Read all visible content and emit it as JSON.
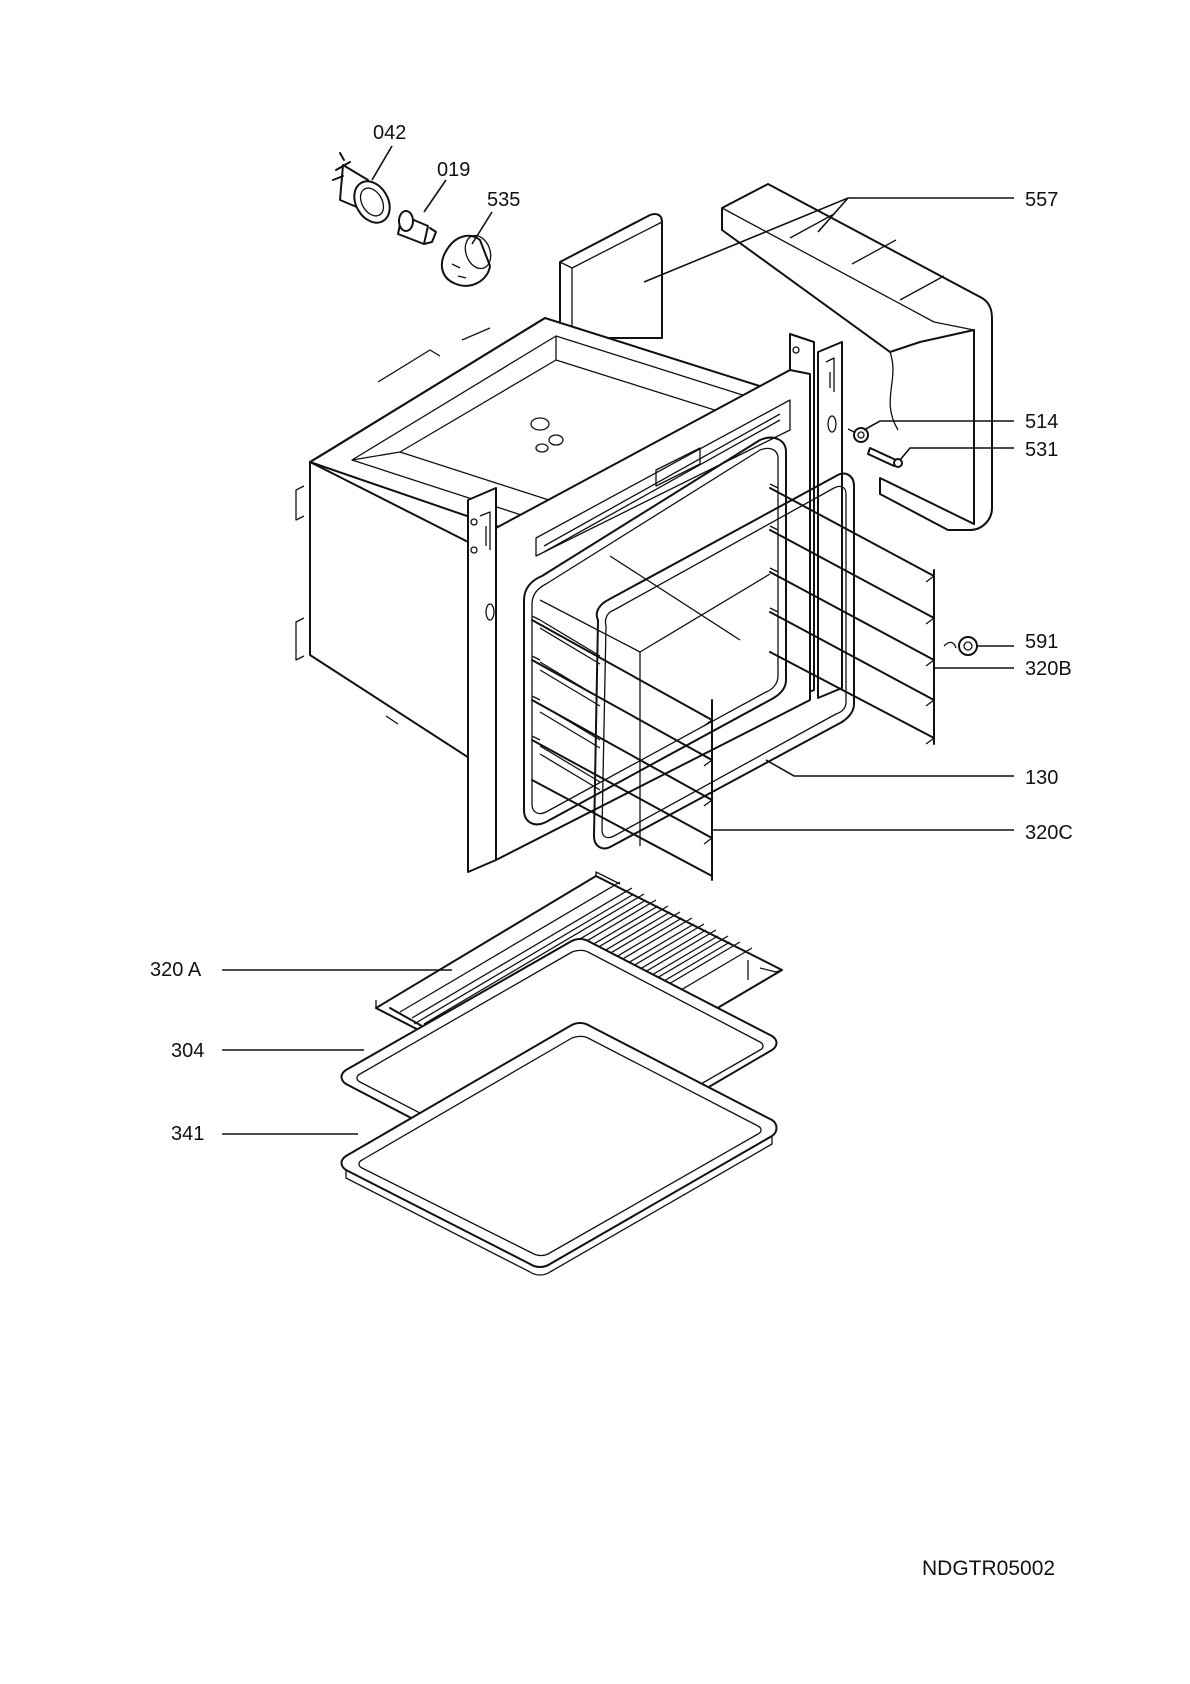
{
  "document": {
    "code": "NDGTR05002"
  },
  "parts": [
    {
      "id": "lbl-042",
      "label": "042"
    },
    {
      "id": "lbl-019",
      "label": "019"
    },
    {
      "id": "lbl-535",
      "label": "535"
    },
    {
      "id": "lbl-557",
      "label": "557"
    },
    {
      "id": "lbl-514",
      "label": "514"
    },
    {
      "id": "lbl-531",
      "label": "531"
    },
    {
      "id": "lbl-591",
      "label": "591"
    },
    {
      "id": "lbl-320B",
      "label": "320B"
    },
    {
      "id": "lbl-130",
      "label": "130"
    },
    {
      "id": "lbl-320C",
      "label": "320C"
    },
    {
      "id": "lbl-320A",
      "label": "320 A"
    },
    {
      "id": "lbl-304",
      "label": "304"
    },
    {
      "id": "lbl-341",
      "label": "341"
    }
  ]
}
